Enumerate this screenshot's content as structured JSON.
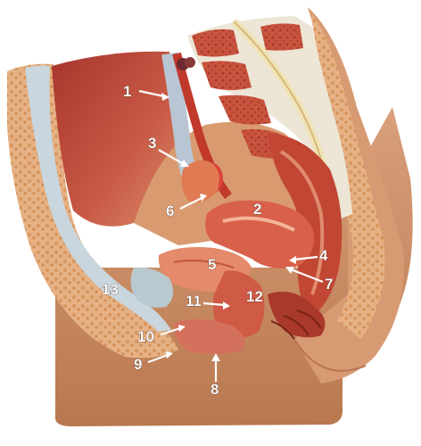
{
  "image": {
    "subject": "Anatomical model, sagittal section of the female pelvis with numbered labels",
    "palette": {
      "background": "#ffffff",
      "model_base": "#c98a67",
      "bone_tissue": "#e8b586",
      "muscle": "#c0463a",
      "organ": "#d46a55",
      "vertebra_disc": "#e9e3d4",
      "label_text": "#ffffff"
    }
  },
  "labels": [
    {
      "id": "1",
      "text": "1"
    },
    {
      "id": "2",
      "text": "2"
    },
    {
      "id": "3",
      "text": "3"
    },
    {
      "id": "4",
      "text": "4"
    },
    {
      "id": "5",
      "text": "5"
    },
    {
      "id": "6",
      "text": "6"
    },
    {
      "id": "7",
      "text": "7"
    },
    {
      "id": "8",
      "text": "8"
    },
    {
      "id": "9",
      "text": "9"
    },
    {
      "id": "10",
      "text": "10"
    },
    {
      "id": "11",
      "text": "11"
    },
    {
      "id": "12",
      "text": "12"
    },
    {
      "id": "13",
      "text": "13"
    }
  ]
}
